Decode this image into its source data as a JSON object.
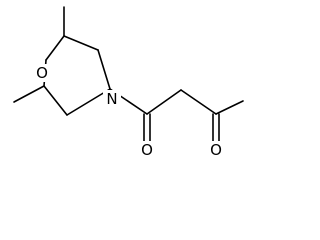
{
  "molecule": {
    "atoms": {
      "ring_oxygen": "O",
      "ring_nitrogen": "N",
      "amide_oxygen": "O",
      "ketone_oxygen": "O"
    }
  }
}
